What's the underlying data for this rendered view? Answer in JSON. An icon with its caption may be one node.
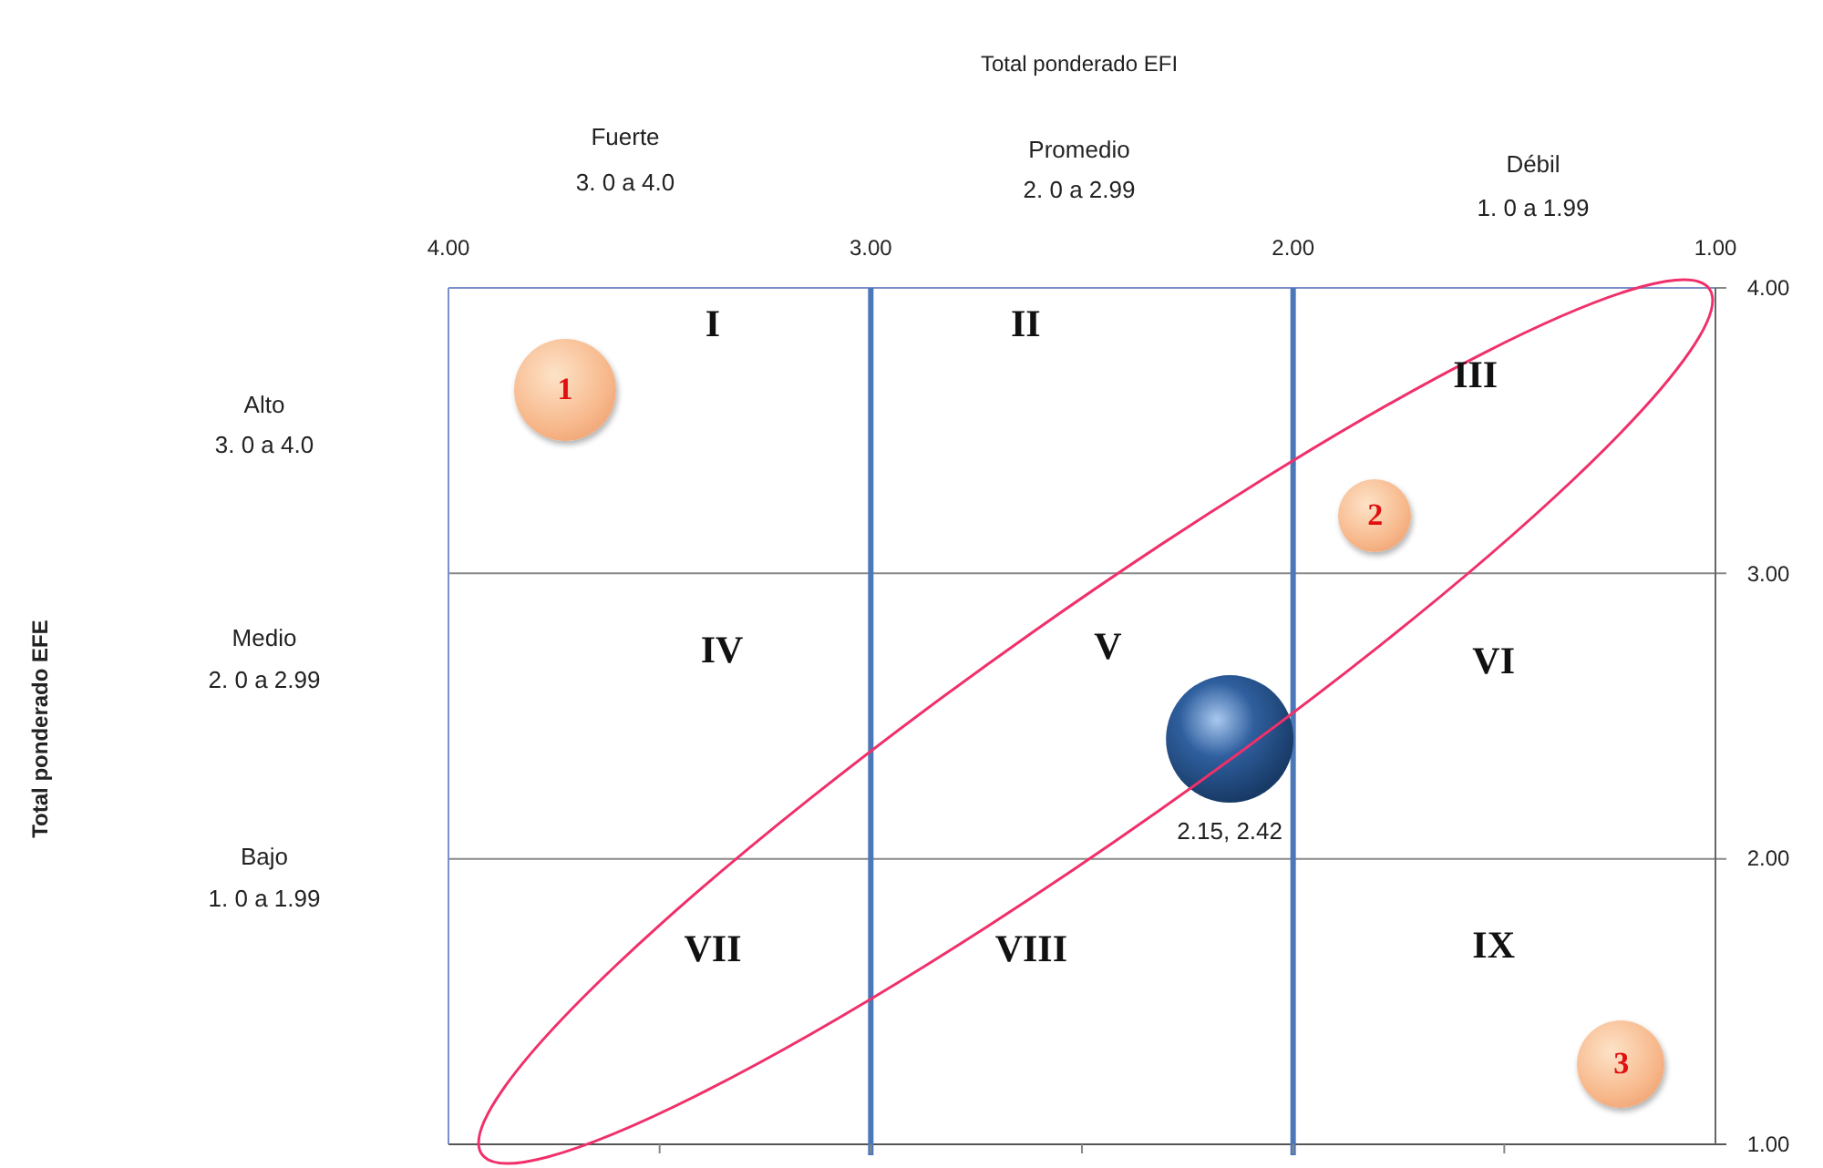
{
  "diagram": {
    "nodes": [
      {
        "text": [
          "I"
        ]
      },
      {
        "text": [
          "II"
        ]
      },
      {
        "text": [
          "III"
        ]
      },
      {
        "text": [
          "IV"
        ]
      },
      {
        "text": [
          "V"
        ]
      },
      {
        "text": [
          "VI"
        ]
      },
      {
        "text": [
          "VII"
        ]
      },
      {
        "text": [
          "VIII"
        ]
      },
      {
        "text": [
          "IX"
        ]
      },
      {
        "text": [
          "1"
        ],
        "in": 0
      },
      {
        "text": [
          "2"
        ],
        "in": 2
      },
      {
        "text": [
          "3"
        ],
        "in": 8
      }
    ],
    "edges": [],
    "labels": [
      "Fuerte",
      "3. 0 a 4.0",
      "Promedio",
      "2. 0 a 2.99",
      "Débil",
      "1. 0 a 1.99",
      "Alto",
      "3. 0 a 4.0",
      "Medio",
      "2. 0 a 2.99",
      "Bajo",
      "1. 0 a 1.99"
    ],
    "chart_data": {
      "type": "scatter",
      "grid": true,
      "annotations": [
        "Total ponderado EFI",
        "Total ponderado EFE"
      ],
      "x": [
        2.15
      ],
      "series": [
        {
          "values": [
            2.42
          ],
          "color": "#2f5f9e"
        }
      ],
      "xlim": [
        4,
        1
      ],
      "ylim": [
        1,
        4
      ],
      "xticks": [
        {
          "value": 4,
          "label": "4.00"
        },
        {
          "value": 3,
          "label": "3.00"
        },
        {
          "value": 2,
          "label": "2.00"
        },
        {
          "value": 1,
          "label": "1.00"
        }
      ],
      "yticks": [
        {
          "value": 4,
          "label": "4.00"
        },
        {
          "value": 3,
          "label": "3.00"
        },
        {
          "value": 2,
          "label": "2.00"
        },
        {
          "value": 1,
          "label": "1.00"
        }
      ],
      "value_labels": [
        "2.15, 2.42"
      ]
    }
  }
}
